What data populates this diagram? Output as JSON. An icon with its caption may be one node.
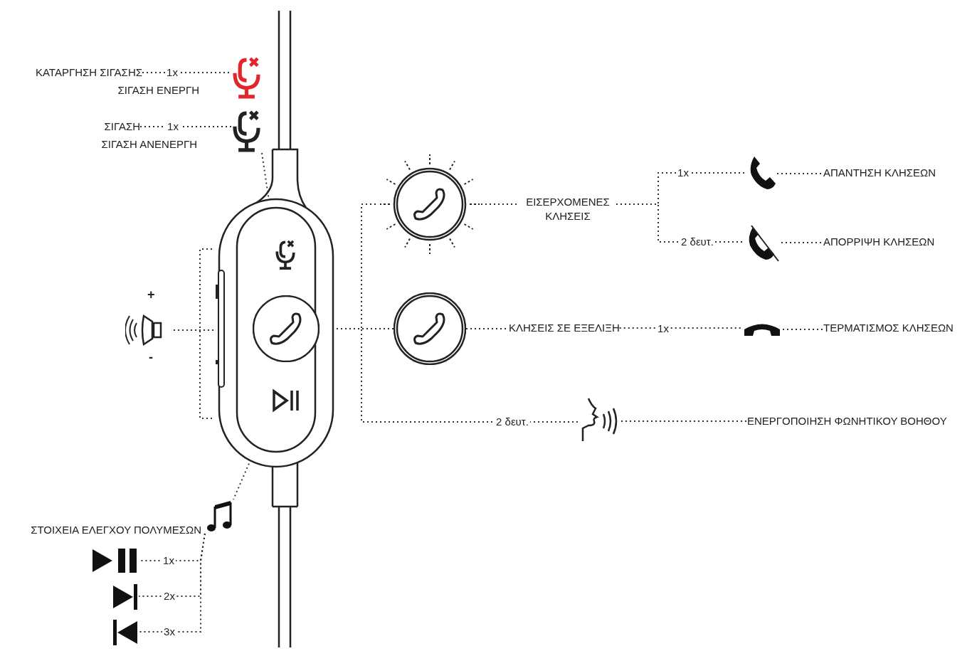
{
  "diagram": {
    "nodes": [
      {
        "text": [
          "ΚΑΤΑΡΓΗΣΗ ΣΙΓΑΣΗΣ"
        ],
        "beside": [
          "ΣΙΓΑΣΗ ΕΝΕΡΓΗ"
        ]
      },
      {
        "text": [],
        "shape": "microphone"
      },
      {
        "text": [
          "ΣΙΓΑΣΗ"
        ],
        "beside": [
          "ΣΙΓΑΣΗ ΑΝΕΝΕΡΓΗ"
        ]
      },
      {
        "text": [],
        "shape": "microphone"
      },
      {
        "text": [],
        "shape": "box"
      },
      {
        "text": [],
        "shape": "microphone",
        "in": 4
      },
      {
        "text": [],
        "shape": "circle",
        "in": 4
      },
      {
        "text": [],
        "shape": "play",
        "in": 4
      },
      {
        "text": [],
        "shape": "bar",
        "in": 4
      },
      {
        "text": [],
        "shape": "speaker",
        "beside": [
          "+",
          "-"
        ]
      },
      {
        "text": [],
        "shape": "circle"
      },
      {
        "text": [],
        "shape": "circle"
      },
      {
        "text": [
          "ΕΙΣΕΡΧΟΜΕΝΕΣ ΚΛΗΣΕΙΣ"
        ]
      },
      {
        "text": [],
        "shape": "phone"
      },
      {
        "text": [
          "ΑΠΑΝΤΗΣΗ ΚΛΗΣΕΩΝ"
        ]
      },
      {
        "text": [],
        "shape": "phone"
      },
      {
        "text": [
          "ΑΠΟΡΡΙΨΗ ΚΛΗΣΕΩΝ"
        ]
      },
      {
        "text": [
          "ΚΛΗΣΕΙΣ ΣΕ ΕΞΕΛΙΞΗ"
        ]
      },
      {
        "text": [],
        "shape": "phone"
      },
      {
        "text": [
          "ΤΕΡΜΑΤΙΣΜΟΣ ΚΛΗΣΕΩΝ"
        ]
      },
      {
        "text": [],
        "shape": "head"
      },
      {
        "text": [
          "ΕΝΕΡΓΟΠΟΙΗΣΗ ΦΩΝΗΤΙΚΟΥ ΒΟΗΘΟΥ"
        ]
      },
      {
        "text": [
          "ΣΤΟΙΧΕΙΑ ΕΛΕΓΧΟΥ ΠΟΛΥΜΕΣΩΝ"
        ]
      },
      {
        "text": [],
        "shape": "note"
      },
      {
        "text": [],
        "shape": "play"
      },
      {
        "text": [],
        "shape": "next"
      },
      {
        "text": [],
        "shape": "previous"
      }
    ],
    "edges": [
      {
        "from": 0,
        "to": 1,
        "arrow": "none",
        "label": "1x"
      },
      {
        "from": 2,
        "to": 3,
        "arrow": "none",
        "label": "1x"
      },
      {
        "from": 3,
        "to": 5,
        "arrow": "none"
      },
      {
        "from": 9,
        "to": 8,
        "arrow": "none"
      },
      {
        "from": 6,
        "to": 10,
        "arrow": "none"
      },
      {
        "from": 6,
        "to": 11,
        "arrow": "none"
      },
      {
        "from": 6,
        "to": 20,
        "arrow": "none",
        "label": "2 δευτ."
      },
      {
        "from": 10,
        "to": 12,
        "arrow": "none"
      },
      {
        "from": 12,
        "to": 13,
        "arrow": "none",
        "label": "1x"
      },
      {
        "from": 13,
        "to": 14,
        "arrow": "none"
      },
      {
        "from": 12,
        "to": 15,
        "arrow": "none",
        "label": "2 δευτ."
      },
      {
        "from": 15,
        "to": 16,
        "arrow": "none"
      },
      {
        "from": 11,
        "to": 17,
        "arrow": "none"
      },
      {
        "from": 17,
        "to": 18,
        "arrow": "none",
        "label": "1x"
      },
      {
        "from": 18,
        "to": 19,
        "arrow": "none"
      },
      {
        "from": 20,
        "to": 21,
        "arrow": "none"
      },
      {
        "from": 7,
        "to": 23,
        "arrow": "none"
      },
      {
        "from": 23,
        "to": 24,
        "arrow": "none",
        "label": "1x"
      },
      {
        "from": 23,
        "to": 25,
        "arrow": "none",
        "label": "2x"
      },
      {
        "from": 23,
        "to": 26,
        "arrow": "none",
        "label": "3x"
      }
    ]
  }
}
